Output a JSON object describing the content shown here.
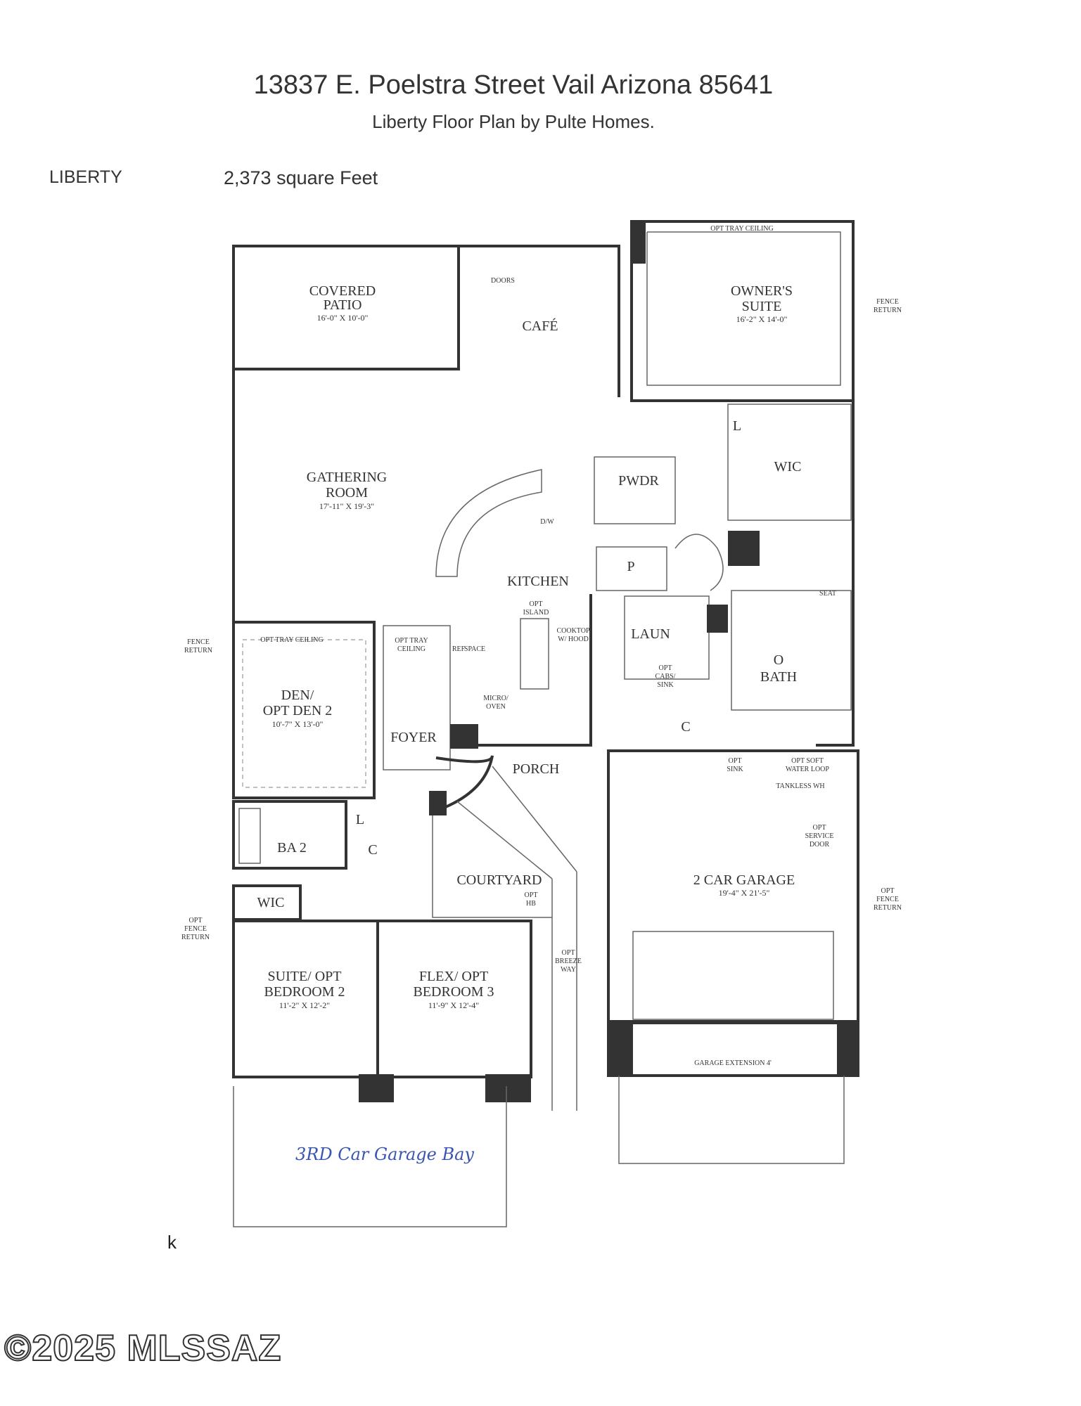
{
  "header": {
    "address": "13837 E. Poelstra Street Vail Arizona 85641",
    "subtitle": "Liberty Floor Plan by Pulte Homes.",
    "plan_name": "LIBERTY",
    "square_feet": "2,373 square Feet"
  },
  "rooms": {
    "covered_patio": {
      "name1": "COVERED",
      "name2": "PATIO",
      "dims": "16'-0\" X 10'-0\""
    },
    "cafe": {
      "name": "CAFÉ"
    },
    "owners_suite": {
      "name1": "OWNER'S",
      "name2": "SUITE",
      "dims": "16'-2\" X 14'-0\""
    },
    "gathering_room": {
      "name1": "GATHERING",
      "name2": "ROOM",
      "dims": "17'-11\" X 19'-3\""
    },
    "pwdr": {
      "name": "PWDR"
    },
    "wic_owner": {
      "name": "WIC"
    },
    "kitchen": {
      "name": "KITCHEN"
    },
    "pantry": {
      "name": "P"
    },
    "laun": {
      "name": "LAUN"
    },
    "obath": {
      "name1": "O",
      "name2": "BATH"
    },
    "den": {
      "name1": "DEN/",
      "name2": "OPT DEN 2",
      "dims": "10'-7\" X 13'-0\""
    },
    "foyer": {
      "name": "FOYER"
    },
    "porch": {
      "name": "PORCH"
    },
    "ba2": {
      "name": "BA 2"
    },
    "wic2": {
      "name": "WIC"
    },
    "courtyard": {
      "name": "COURTYARD"
    },
    "garage": {
      "name": "2 CAR GARAGE",
      "dims": "19'-4\" X 21'-5\""
    },
    "suite": {
      "name1": "SUITE/ OPT",
      "name2": "BEDROOM 2",
      "dims": "11'-2\" X 12'-2\""
    },
    "flex": {
      "name1": "FLEX/ OPT",
      "name2": "BEDROOM 3",
      "dims": "11'-9\" X 12'-4\""
    },
    "closet_c1": {
      "name": "C"
    },
    "closet_c2": {
      "name": "C"
    },
    "linen_l1": {
      "name": "L"
    },
    "linen_l2": {
      "name": "L"
    }
  },
  "annotations": {
    "opt_tray_ceiling_owner": "OPT TRAY CEILING",
    "opt_tray_ceiling_den": "OPT TRAY CEILING",
    "opt_tray_ceiling_foyer1": "OPT TRAY",
    "opt_tray_ceiling_foyer2": "CEILING",
    "fence_return_right1": "FENCE",
    "fence_return_right2": "RETURN",
    "fence_return_left1": "FENCE",
    "fence_return_left2": "RETURN",
    "opt_fence_return_left1": "OPT",
    "opt_fence_return_left2": "FENCE",
    "opt_fence_return_left3": "RETURN",
    "opt_fence_return_right1": "OPT",
    "opt_fence_return_right2": "FENCE",
    "opt_fence_return_right3": "RETURN",
    "doors": "DOORS",
    "dw": "D/W",
    "opt_island1": "OPT",
    "opt_island2": "ISLAND",
    "cooktop1": "COOKTOP",
    "cooktop2": "W/ HOOD",
    "micro1": "MICRO/",
    "micro2": "OVEN",
    "ref": "REF",
    "space": "SPACE",
    "opt_cabs1": "OPT",
    "opt_cabs2": "CABS/",
    "opt_cabs3": "SINK",
    "seat": "SEAT",
    "opt_sink1": "OPT",
    "opt_sink2": "SINK",
    "opt_soft1": "OPT SOFT",
    "opt_soft2": "WATER LOOP",
    "tankless": "TANKLESS WH",
    "opt_service1": "OPT",
    "opt_service2": "SERVICE",
    "opt_service3": "DOOR",
    "opt_hb1": "OPT",
    "opt_hb2": "HB",
    "opt_breeze1": "OPT",
    "opt_breeze2": "BREEZE",
    "opt_breeze3": "WAY",
    "garage_extension": "GARAGE EXTENSION 4'",
    "handwritten": "3RD Car Garage Bay"
  },
  "footer": {
    "mark": "k",
    "copyright": "©2025 MLSSAZ"
  }
}
